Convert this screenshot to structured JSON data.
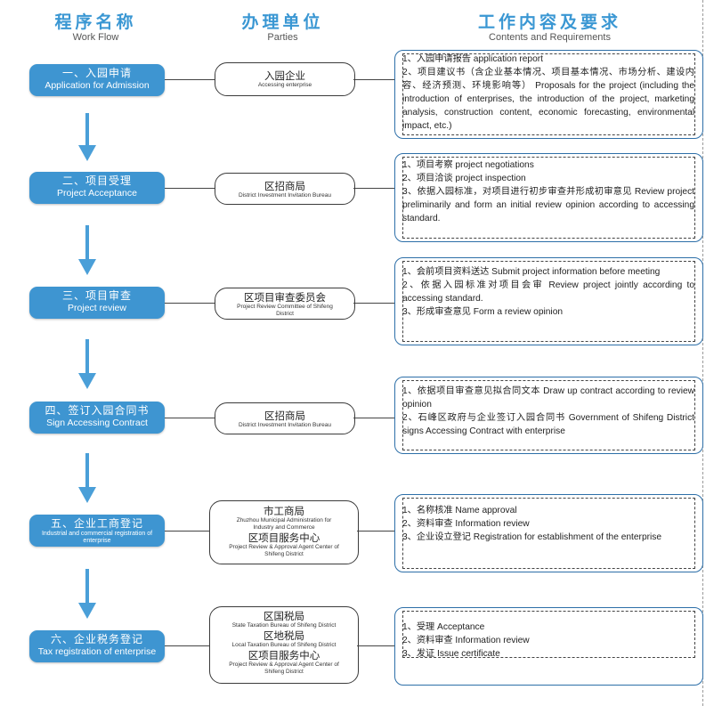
{
  "header": {
    "flow": {
      "zh": "程序名称",
      "en": "Work Flow"
    },
    "parties": {
      "zh": "办理单位",
      "en": "Parties"
    },
    "requirements": {
      "zh": "工作内容及要求",
      "en": "Contents and Requirements"
    }
  },
  "steps": [
    {
      "zh": "一、入园申请",
      "en": "Application for Admission",
      "party": [
        {
          "zh": "入园企业",
          "en": "Accessing enterprise"
        }
      ],
      "requirements": [
        "1、入园申请报告  application report",
        "2、项目建议书（含企业基本情况、项目基本情况、市场分析、建设内容、经济预测、环境影响等） Proposals for the project (including the introduction of enterprises, the introduction of the project, marketing analysis, construction content, economic forecasting, environmental impact, etc.)"
      ]
    },
    {
      "zh": "二、项目受理",
      "en": "Project Acceptance",
      "party": [
        {
          "zh": "区招商局",
          "en": "District Investment Invitation Bureau"
        }
      ],
      "requirements": [
        "1、项目考察  project negotiations",
        "2、项目洽谈  project inspection",
        "3、依据入园标准，对项目进行初步审查并形成初审意见   Review project preliminarily and form an initial review opinion according to accessing standard."
      ]
    },
    {
      "zh": "三、项目审查",
      "en": "Project review",
      "party": [
        {
          "zh": "区项目审查委员会",
          "en": "Project Review Committee of Shifeng District"
        }
      ],
      "requirements": [
        "1、会前项目资料送达 Submit project information before meeting",
        "2、依据入园标准对项目会审  Review project jointly according to accessing standard.",
        "3、形成审查意见   Form a review opinion"
      ]
    },
    {
      "zh": "四、签订入园合同书",
      "en": "Sign Accessing Contract",
      "party": [
        {
          "zh": "区招商局",
          "en": "District Investment Invitation Bureau"
        }
      ],
      "requirements": [
        "1、依据项目审查意见拟合同文本 Draw up contract according to review opinion",
        "2、石峰区政府与企业签订入园合同书    Government of Shifeng District signs Accessing Contract with enterprise"
      ]
    },
    {
      "zh": "五、企业工商登记",
      "en": "Industrial and commercial registration of enterprise",
      "party": [
        {
          "zh": "市工商局",
          "en": "Zhuzhou Municipal Administration for Industry and Commerce"
        },
        {
          "zh": "区项目服务中心",
          "en": "Project Review & Approval Agent Center of Shifeng District"
        }
      ],
      "requirements": [
        "1、名称核准  Name approval",
        "2、资料审查  Information review",
        "3、企业设立登记  Registration for establishment of the enterprise"
      ]
    },
    {
      "zh": "六、企业税务登记",
      "en": "Tax registration of enterprise",
      "party": [
        {
          "zh": "区国税局",
          "en": "State Taxation Bureau of Shifeng District"
        },
        {
          "zh": "区地税局",
          "en": "Local Taxation Bureau of Shifeng District"
        },
        {
          "zh": "区项目服务中心",
          "en": "Project Review & Approval Agent Center of Shifeng District"
        }
      ],
      "requirements": [
        "1、受理  Acceptance",
        "2、资料审查  Information review",
        "3、发证  Issue certificate"
      ]
    }
  ],
  "colors": {
    "step_fill": "#3e95d1",
    "header": "#3a97d3",
    "arrow": "#4a9fd8",
    "req_border": "#2d6fa8"
  }
}
